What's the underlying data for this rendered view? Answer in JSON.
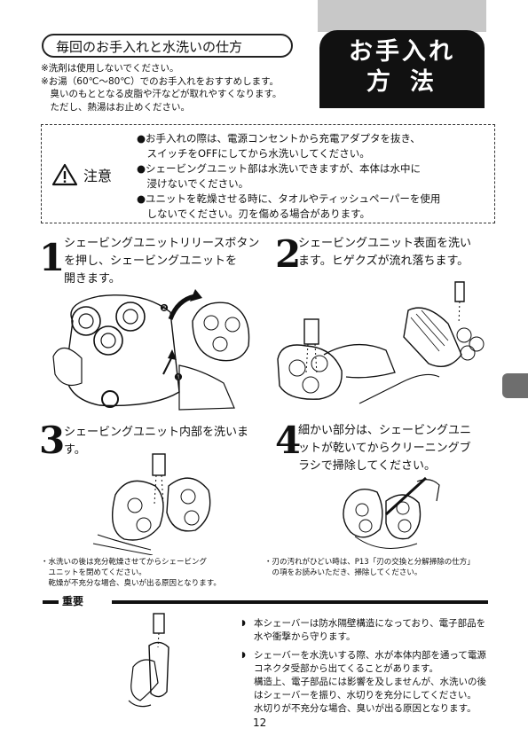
{
  "header": {
    "section_title_line1": "お手入れ",
    "section_title_line2": "方法"
  },
  "subheading": "毎回のお手入れと水洗いの仕方",
  "notes": [
    "※洗剤は使用しないでください。",
    "※お湯（60℃～80℃）でのお手入れをおすすめします。",
    "　臭いのもととなる皮脂や汗などが取れやすくなります。",
    "　ただし、熱湯はお止めください。"
  ],
  "caution": {
    "label": "注意",
    "items": [
      "●お手入れの際は、電源コンセントから充電アダプタを抜き、",
      "　スイッチをOFFにしてから水洗いしてください。",
      "●シェービングユニット部は水洗いできますが、本体は水中に",
      "　浸けないでください。",
      "●ユニットを乾燥させる時に、タオルやティッシュペーパーを使用",
      "　しないでください。刃を傷める場合があります。"
    ]
  },
  "steps": [
    {
      "num": "1",
      "lines": [
        "シェービングユニットリリースボタン",
        "を押し、シェービングユニットを",
        "開きます。"
      ]
    },
    {
      "num": "2",
      "lines": [
        "シェービングユニット表面を洗い",
        "ます。ヒゲクズが流れ落ちます。"
      ]
    },
    {
      "num": "3",
      "lines": [
        "シェービングユニット内部を洗います。"
      ]
    },
    {
      "num": "4",
      "lines": [
        "細かい部分は、シェービングユニ",
        "ットが乾いてからクリーニングブ",
        "ラシで掃除してください。"
      ]
    }
  ],
  "step1_markers": [
    "❷",
    "❶"
  ],
  "footnote_left": [
    "・水洗いの後は充分乾燥させてからシェービング",
    "　ユニットを閉めてください。",
    "　乾燥が不充分な場合、臭いが出る原因となります。"
  ],
  "footnote_right": [
    "・刃の汚れがひどい時は、P13「刃の交換と分解掃除の仕方」",
    "　の項をお読みいただき、掃除してください。"
  ],
  "important": {
    "label": "重要",
    "items": [
      {
        "bullet": "◗",
        "lines": [
          "本シェーバーは防水隔壁構造になっており、電子部品を",
          "水や衝撃から守ります。"
        ]
      },
      {
        "bullet": "◗",
        "lines": [
          "シェーバーを水洗いする際、水が本体内部を通って電源",
          "コネクタ受部から出てくることがあります。",
          "構造上、電子部品には影響を及しませんが、水洗いの後",
          "はシェーバーを振り、水切りを充分にしてください。",
          "水切りが不充分な場合、臭いが出る原因となります。"
        ]
      }
    ]
  },
  "page_number": "12"
}
